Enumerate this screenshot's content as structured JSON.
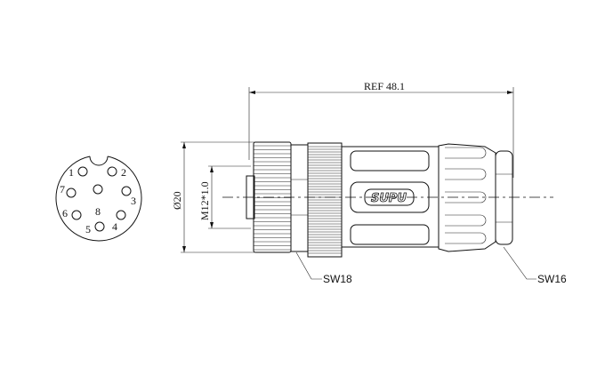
{
  "drawing": {
    "overall_length_label": "REF 48.1",
    "diameter_label": "Ø20",
    "thread_label": "M12*1.0",
    "front_nut_wrench_label": "SW18",
    "rear_nut_wrench_label": "SW16",
    "brand_logo": "SUPU",
    "pins": [
      {
        "label": "1"
      },
      {
        "label": "2"
      },
      {
        "label": "3"
      },
      {
        "label": "4"
      },
      {
        "label": "5"
      },
      {
        "label": "6"
      },
      {
        "label": "7"
      },
      {
        "label": "8"
      }
    ]
  }
}
